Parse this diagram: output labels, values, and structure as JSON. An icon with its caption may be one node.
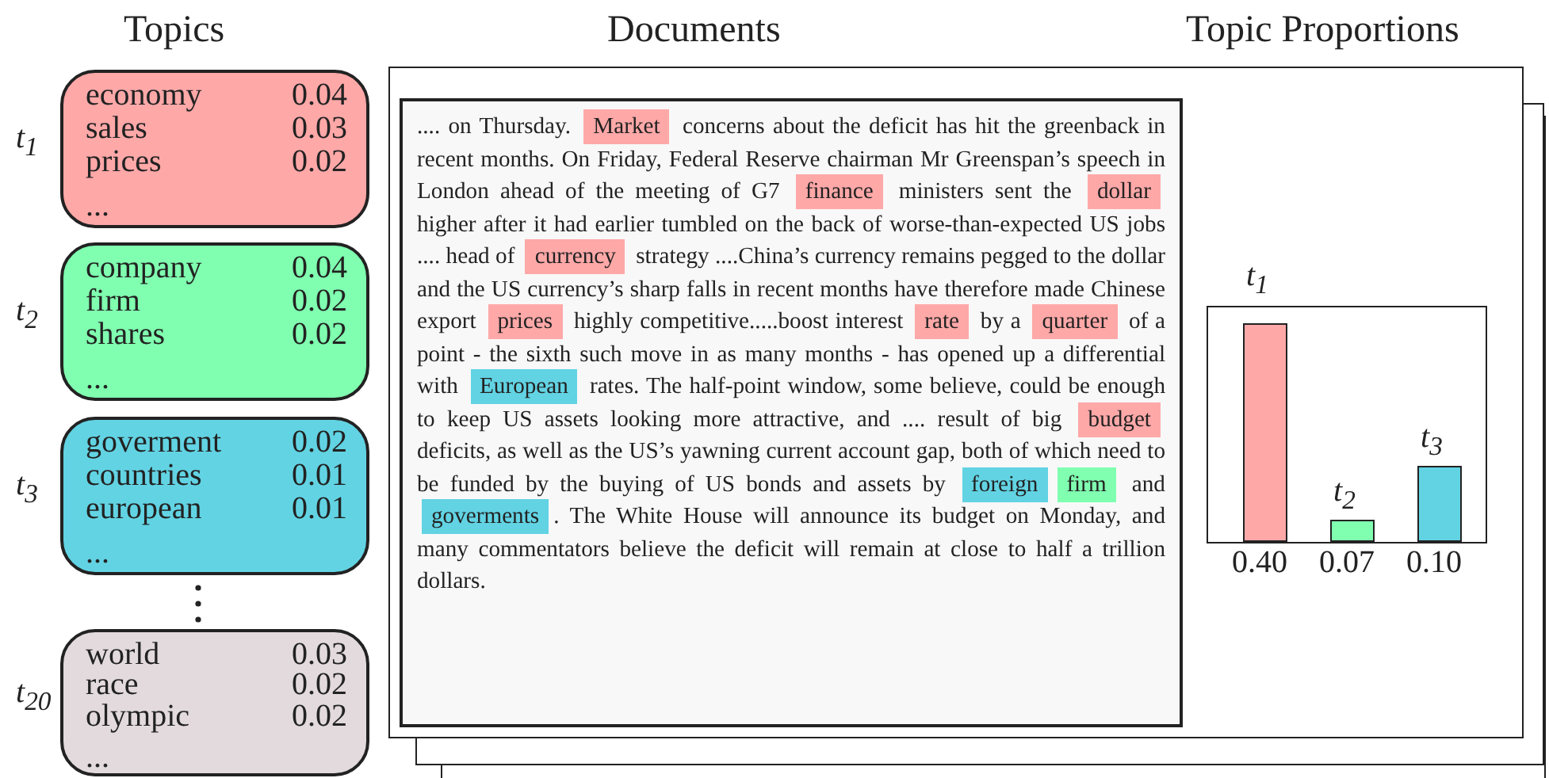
{
  "diagram": {
    "nodes": [
      {
        "text": [
          "economy",
          "0.04",
          "sales",
          "0.03",
          "prices",
          "0.02",
          "..."
        ],
        "beside": [
          "t$_{1}$"
        ]
      },
      {
        "text": [
          "company",
          "0.04",
          "firm",
          "0.02",
          "shares",
          "0.02",
          "..."
        ],
        "beside": [
          "t$_{2}$"
        ]
      },
      {
        "text": [
          "goverment",
          "0.02",
          "countries",
          "0.01",
          "european",
          "0.01",
          "..."
        ],
        "beside": [
          "t$_{3}$"
        ]
      },
      {
        "text": [
          "world",
          "0.03",
          "race",
          "0.02",
          "olympic",
          "0.02",
          "..."
        ],
        "beside": [
          "t$_{20}$"
        ]
      },
      {
        "text": [],
        "shape": "box"
      },
      {
        "text": [
          ".... on Thursday.",
          "concerns about the deficit has hit the greenback in recent months. On Friday, Federal Reserve chairman Mr Greenspan’s speech in London ahead of the meeting of G7",
          "ministers sent the",
          "higher after it had earlier tumbled on the back of worse-than-expected US jobs .... head of",
          "strategy ....China’s currency remains pegged to the dollar and the US currency’s sharp falls in recent months have therefore made Chinese export",
          "highly competitive.....boost interest",
          "by a",
          "of a point - the sixth such move in as many months - has opened up a differential with",
          "rates. The half-point window, some believe, could be enough to keep US assets looking more attractive, and .... result of big",
          "deficits, as well as the US’s yawning current account gap, both of which need to be funded by the buying of US bonds and assets by",
          "and",
          ". The White House will announce its budget on Monday, and many commentators believe the deficit will remain at close to half a trillion dollars."
        ],
        "in": 4
      },
      {
        "text": [
          "Market"
        ],
        "in": 5
      },
      {
        "text": [
          "finance"
        ],
        "in": 5
      },
      {
        "text": [
          "dollar"
        ],
        "in": 5
      },
      {
        "text": [
          "currency"
        ],
        "in": 5
      },
      {
        "text": [
          "prices"
        ],
        "in": 5
      },
      {
        "text": [
          "rate"
        ],
        "in": 5
      },
      {
        "text": [
          "quarter"
        ],
        "in": 5
      },
      {
        "text": [
          "European"
        ],
        "in": 5
      },
      {
        "text": [
          "budget"
        ],
        "in": 5
      },
      {
        "text": [
          "foreign"
        ],
        "in": 5
      },
      {
        "text": [
          "firm"
        ],
        "in": 5
      },
      {
        "text": [
          "goverments"
        ],
        "in": 5
      },
      {
        "text": [],
        "shape": "box",
        "in": 4
      },
      {
        "text": [],
        "shape": "bar",
        "in": 18,
        "beside": [
          "t$_{1}$",
          "0.40"
        ]
      },
      {
        "text": [],
        "shape": "bar",
        "in": 18,
        "beside": [
          "t$_{2}$",
          "0.07"
        ]
      },
      {
        "text": [],
        "shape": "bar",
        "in": 18,
        "beside": [
          "t$_{3}$",
          "0.10"
        ]
      }
    ],
    "labels": [
      "Topics",
      "Documents",
      "Topic Proportions"
    ]
  }
}
